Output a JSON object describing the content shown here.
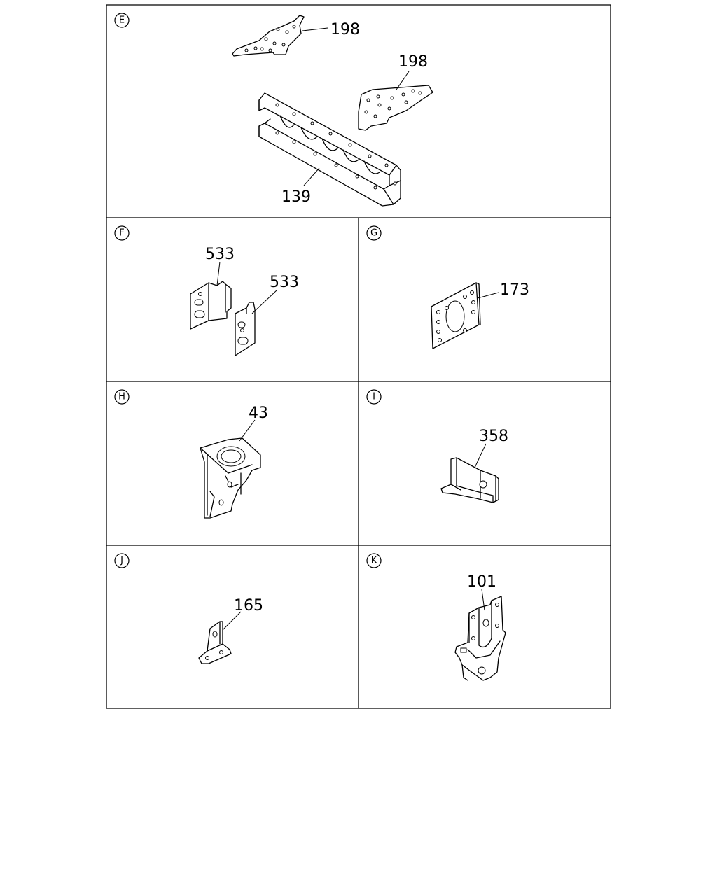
{
  "sections": [
    {
      "id": "E",
      "parts": [
        "198",
        "198",
        "139"
      ]
    },
    {
      "id": "F",
      "parts": [
        "533",
        "533"
      ]
    },
    {
      "id": "G",
      "parts": [
        "173"
      ]
    },
    {
      "id": "H",
      "parts": [
        "43"
      ]
    },
    {
      "id": "I",
      "parts": [
        "358"
      ]
    },
    {
      "id": "J",
      "parts": [
        "165"
      ]
    },
    {
      "id": "K",
      "parts": [
        "101"
      ]
    }
  ]
}
